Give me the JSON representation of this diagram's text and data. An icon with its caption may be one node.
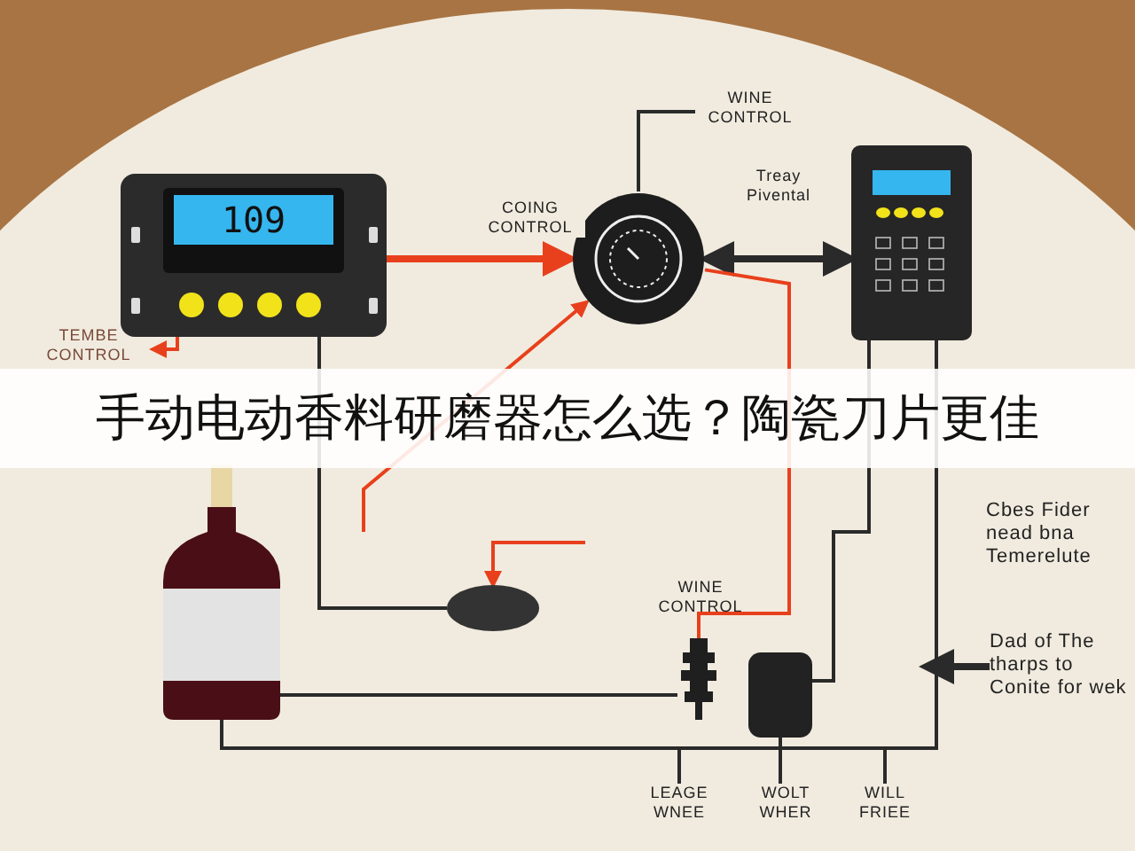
{
  "diagram": {
    "title": "手动电动香料研磨器怎么选？陶瓷刀片更佳",
    "nodes": [
      {
        "text": [
          "109"
        ]
      },
      {
        "text": [],
        "shape": "picture"
      },
      {
        "text": [],
        "shape": "picture"
      },
      {
        "text": [],
        "shape": "picture"
      },
      {
        "text": [],
        "shape": "circle"
      },
      {
        "text": [],
        "shape": "picture",
        "beside": [
          "WINE CONTROL"
        ]
      },
      {
        "text": [],
        "shape": "box"
      },
      {
        "text": [
          "TEMBE CONTROL"
        ]
      },
      {
        "text": [
          "WINE CONTROL"
        ]
      },
      {
        "text": [
          "LEAGE WNEE"
        ]
      },
      {
        "text": [
          "WOLT WHER"
        ]
      },
      {
        "text": [
          "WILL FRIEE"
        ]
      },
      {
        "text": [
          "Dad of The tharps to Conite for wek"
        ]
      }
    ],
    "edges": [
      {
        "from": 0,
        "to": 7,
        "arrow": "to",
        "color": "#e8401c"
      },
      {
        "from": 0,
        "to": 1,
        "arrow": "to",
        "label": "COING CONTROL",
        "style": "thick",
        "color": "#e8401c"
      },
      {
        "from": 1,
        "to": 8,
        "arrow": "none"
      },
      {
        "from": 1,
        "to": 2,
        "arrow": "both",
        "label": "Treay Pivental",
        "style": "thick"
      },
      {
        "from": 0,
        "to": 4,
        "arrow": "none"
      },
      {
        "from": 1,
        "to": 5,
        "arrow": "none",
        "color": "#e8401c"
      },
      {
        "from": null,
        "to": 4,
        "arrow": "to",
        "color": "#e8401c"
      },
      {
        "from": null,
        "to": 1,
        "arrow": "to",
        "color": "#e8401c"
      },
      {
        "from": 2,
        "to": 6,
        "arrow": "none"
      },
      {
        "from": 3,
        "to": 5,
        "arrow": "none"
      },
      {
        "from": 3,
        "to": 2,
        "arrow": "none"
      },
      {
        "from": 6,
        "to": 10,
        "arrow": "none"
      },
      {
        "from": 3,
        "to": 9,
        "arrow": "none"
      },
      {
        "from": 3,
        "to": 11,
        "arrow": "none"
      },
      {
        "from": 12,
        "to": null,
        "arrow": "to",
        "style": "thick"
      }
    ],
    "labels": [
      "Cbes Fider nead bna Temerelute"
    ]
  }
}
